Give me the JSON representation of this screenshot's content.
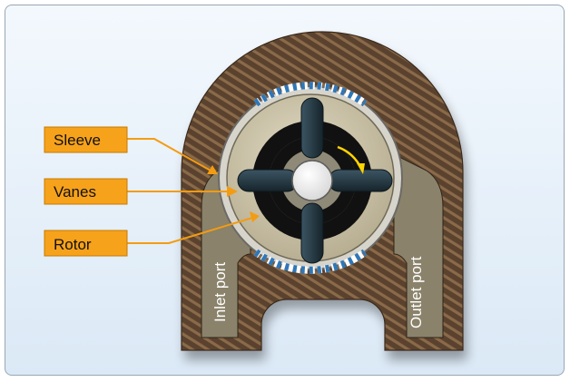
{
  "labels": {
    "sleeve": "Sleeve",
    "vanes": "Vanes",
    "rotor": "Rotor",
    "inlet_port": "Inlet port",
    "outlet_port": "Outlet port"
  },
  "colors": {
    "housing": "#5c4430",
    "port_channel": "#8d856e",
    "callout_fill": "#f7a21b",
    "callout_line": "#f39c12",
    "rotor_face": "#c9c1a6",
    "vane": "#23353f",
    "rotation_arrow": "#ffd400"
  }
}
